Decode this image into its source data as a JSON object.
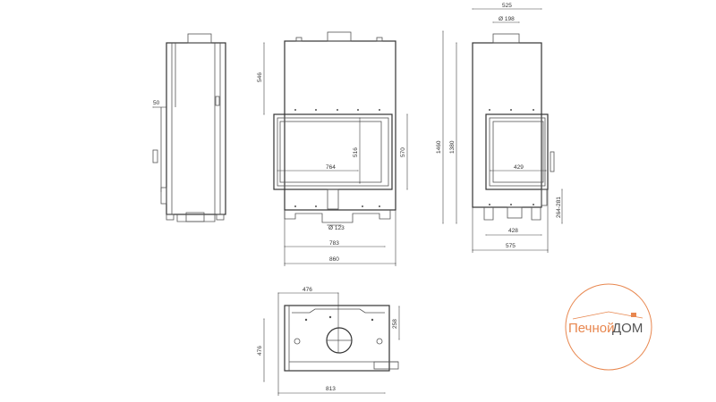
{
  "side_view": {
    "dim_offset": "50"
  },
  "front_view": {
    "dim_height_upper": "546",
    "dim_glass_height": "516",
    "dim_door_height": "570",
    "dim_glass_width": "764",
    "dim_air_inlet": "Ø 123",
    "dim_legs_width": "783",
    "dim_total_width": "860"
  },
  "right_view": {
    "dim_depth": "525",
    "dim_flue": "Ø 198",
    "dim_total_height": "1460",
    "dim_body_height": "1380",
    "dim_glass_width": "429",
    "dim_legs_width": "428",
    "dim_total_depth": "575",
    "dim_leg_height": "264-281"
  },
  "top_view": {
    "dim_flue_offset_x": "476",
    "dim_depth": "476",
    "dim_flue_offset_y": "258",
    "dim_width": "813"
  },
  "logo": {
    "text_part1": "Печной",
    "text_part2": "ДОМ",
    "color_primary": "#e8874f",
    "color_secondary": "#555555"
  }
}
